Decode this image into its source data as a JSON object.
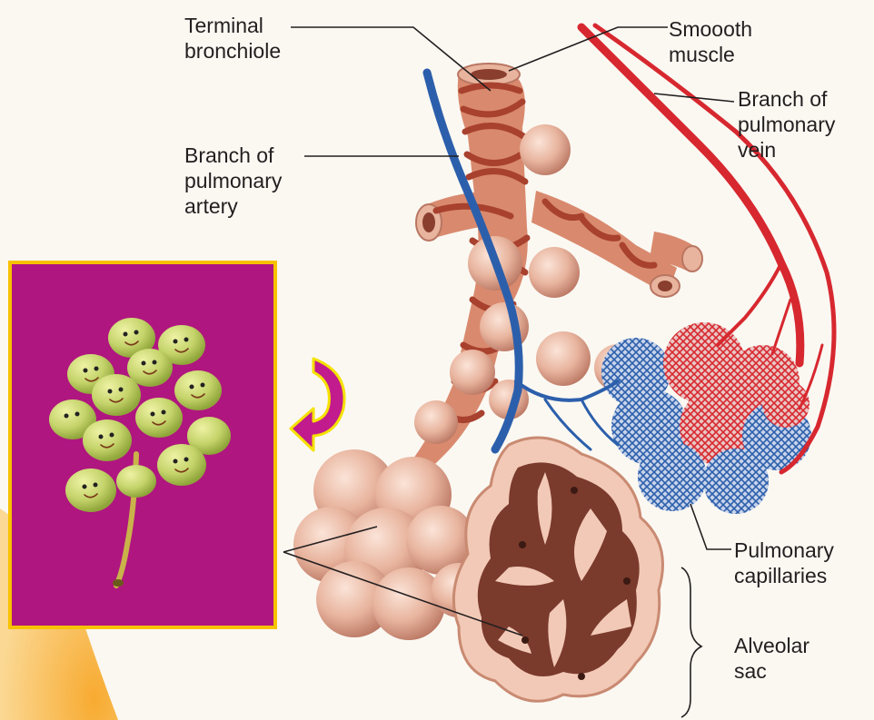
{
  "labels": {
    "terminal_bronchiole": [
      "Terminal",
      "bronchiole"
    ],
    "smooth_muscle": [
      "Smoooth",
      "muscle"
    ],
    "pulmonary_vein": [
      "Branch of",
      "pulmonary",
      "vein"
    ],
    "pulmonary_artery": [
      "Branch of",
      "pulmonary",
      "artery"
    ],
    "pulmonary_capillaries": [
      "Pulmonary",
      "capillaries"
    ],
    "alveolar_sac": [
      "Alveolar",
      "sac"
    ]
  },
  "colors": {
    "background": "#fbf8f2",
    "alveolus": "#e8b49e",
    "alveolus_shadow": "#c98a72",
    "muscle_band": "#a8412e",
    "vein_red": "#d7282f",
    "artery_blue": "#2c5fab",
    "inset_background": "#b0167f",
    "inset_border": "#f7c200",
    "grape_green": "#c4d36a",
    "arrow_magenta": "#c11b8e",
    "arrow_outline": "#f5e100"
  },
  "icons": {
    "inset_photo": "grape-cluster-with-smiley-faces",
    "rotate_arrow": "curved-arrow-icon"
  }
}
